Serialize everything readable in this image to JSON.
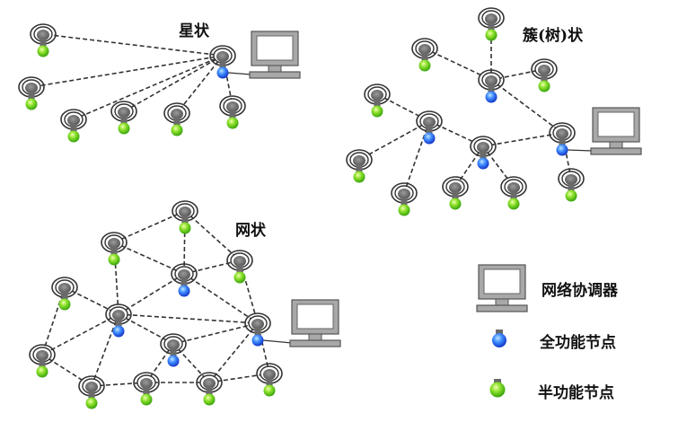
{
  "titles": {
    "star": "星状",
    "cluster": "簇(树)状",
    "mesh": "网状"
  },
  "legend": {
    "coordinator": "网络协调器",
    "full_function": "全功能节点",
    "reduced_function": "半功能节点"
  },
  "colors": {
    "full_function": "#2f6ff0",
    "reduced_function": "#6fd321",
    "link": "#333333",
    "coordinator_frame": "#9a9a9a"
  },
  "topologies": [
    {
      "id": "star",
      "nodes": [
        {
          "id": "hub",
          "type": "full",
          "coordinator": true
        },
        {
          "id": "s1",
          "type": "reduced"
        },
        {
          "id": "s2",
          "type": "reduced"
        },
        {
          "id": "s3",
          "type": "reduced"
        },
        {
          "id": "s4",
          "type": "reduced"
        },
        {
          "id": "s5",
          "type": "reduced"
        },
        {
          "id": "s6",
          "type": "reduced"
        }
      ],
      "links": [
        [
          "hub",
          "s1"
        ],
        [
          "hub",
          "s2"
        ],
        [
          "hub",
          "s3"
        ],
        [
          "hub",
          "s4"
        ],
        [
          "hub",
          "s5"
        ],
        [
          "hub",
          "s6"
        ]
      ]
    },
    {
      "id": "cluster",
      "nodes": [
        {
          "id": "c_top",
          "type": "reduced"
        },
        {
          "id": "c_ul",
          "type": "reduced"
        },
        {
          "id": "c_hub",
          "type": "full"
        },
        {
          "id": "c_ur",
          "type": "reduced"
        },
        {
          "id": "c_l1",
          "type": "reduced"
        },
        {
          "id": "c_r1",
          "type": "full"
        },
        {
          "id": "c_r2",
          "type": "full"
        },
        {
          "id": "c_coord",
          "type": "full",
          "coordinator": true
        },
        {
          "id": "c_b1",
          "type": "reduced"
        },
        {
          "id": "c_b2",
          "type": "reduced"
        },
        {
          "id": "c_b3",
          "type": "reduced"
        },
        {
          "id": "c_b4",
          "type": "reduced"
        },
        {
          "id": "c_b5",
          "type": "reduced"
        }
      ],
      "links": [
        [
          "c_top",
          "c_hub"
        ],
        [
          "c_ul",
          "c_hub"
        ],
        [
          "c_ur",
          "c_hub"
        ],
        [
          "c_hub",
          "c_coord"
        ],
        [
          "c_l1",
          "c_r1"
        ],
        [
          "c_r1",
          "c_r2"
        ],
        [
          "c_r2",
          "c_coord"
        ],
        [
          "c_r1",
          "c_b1"
        ],
        [
          "c_r1",
          "c_b2"
        ],
        [
          "c_r2",
          "c_b3"
        ],
        [
          "c_r2",
          "c_b4"
        ],
        [
          "c_coord",
          "c_b5"
        ]
      ]
    },
    {
      "id": "mesh",
      "nodes": [
        {
          "id": "A",
          "type": "reduced"
        },
        {
          "id": "B",
          "type": "reduced"
        },
        {
          "id": "C",
          "type": "full"
        },
        {
          "id": "D",
          "type": "reduced"
        },
        {
          "id": "E",
          "type": "reduced"
        },
        {
          "id": "F",
          "type": "full"
        },
        {
          "id": "G",
          "type": "full",
          "coordinator": true
        },
        {
          "id": "H",
          "type": "full"
        },
        {
          "id": "I",
          "type": "reduced"
        },
        {
          "id": "J",
          "type": "reduced"
        },
        {
          "id": "K",
          "type": "reduced"
        },
        {
          "id": "L",
          "type": "reduced"
        },
        {
          "id": "M",
          "type": "reduced"
        }
      ],
      "links": [
        [
          "A",
          "B"
        ],
        [
          "A",
          "C"
        ],
        [
          "A",
          "D"
        ],
        [
          "B",
          "C"
        ],
        [
          "B",
          "F"
        ],
        [
          "C",
          "D"
        ],
        [
          "C",
          "F"
        ],
        [
          "C",
          "G"
        ],
        [
          "D",
          "G"
        ],
        [
          "E",
          "F"
        ],
        [
          "E",
          "I"
        ],
        [
          "F",
          "G"
        ],
        [
          "F",
          "H"
        ],
        [
          "F",
          "I"
        ],
        [
          "F",
          "J"
        ],
        [
          "H",
          "G"
        ],
        [
          "H",
          "K"
        ],
        [
          "H",
          "L"
        ],
        [
          "I",
          "J"
        ],
        [
          "J",
          "K"
        ],
        [
          "K",
          "L"
        ],
        [
          "L",
          "M"
        ],
        [
          "M",
          "G"
        ],
        [
          "G",
          "L"
        ]
      ]
    }
  ]
}
